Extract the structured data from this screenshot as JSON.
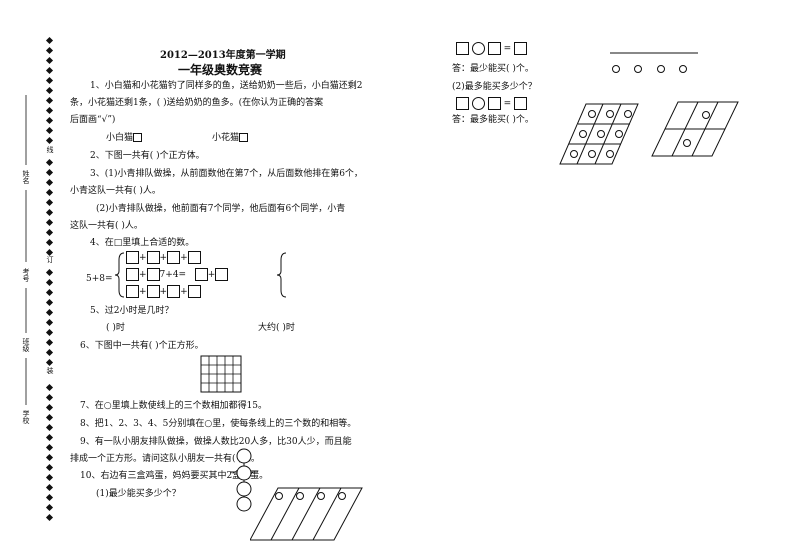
{
  "header": {
    "term": "2012—2013年度第一学期",
    "title": "一年级奥数竞赛"
  },
  "margin_labels": {
    "name": "姓名",
    "number": "考号",
    "class": "班级",
    "school": "学校",
    "line": "线",
    "seal": "订",
    "bind": "装"
  },
  "q1": {
    "line1": "1、小白猫和小花猫钓了同样多的鱼，送给奶奶一些后，小白猫还剩2",
    "line2": "条，小花猫还剩1条，(          )送给奶奶的鱼多。(在你认为正确的答案",
    "line3": "后面画“√”)",
    "opt_a": "小白猫",
    "opt_b": "小花猫"
  },
  "q2": {
    "text": "2、下图一共有(          )个正方体。"
  },
  "q3": {
    "line1": "3、(1)小青排队做操，从前面数他在第7个，从后面数他排在第6个，",
    "line2": "小青这队一共有(          )人。",
    "line3": "(2)小青排队做操，他前面有7个同学，他后面有6个同学，小青",
    "line4": "这队一共有(          )人。"
  },
  "q4": {
    "text": "4、在□里填上合适的数。",
    "left": "5+8=",
    "mid": "7+4="
  },
  "q5": {
    "text": "5、过2小时是几时？",
    "a": "(          )时",
    "b": "大约(          )时"
  },
  "q6": {
    "text": "6、下图中一共有(          )个正方形。"
  },
  "q7": {
    "text": "7、在○里填上数使线上的三个数相加都得15。"
  },
  "q8": {
    "text": "8、把1、2、3、4、5分别填在○里，使每条线上的三个数的和相等。"
  },
  "q9": {
    "line1": "9、有一队小朋友排队做操，做操人数比20人多，比30人少，而且能",
    "line2": "排成一个正方形。请问这队小朋友一共有(          )人。"
  },
  "q10": {
    "line1": "10、右边有三盒鸡蛋，妈妈要买其中2盒鸡蛋。",
    "sub1": "(1)最少能买多少个？"
  },
  "right": {
    "eq_sign": "=",
    "answer1": "答：最少能买(          )个。",
    "sub2": "(2)最多能买多少个？",
    "answer2": "答：最多能买(          )个。"
  }
}
